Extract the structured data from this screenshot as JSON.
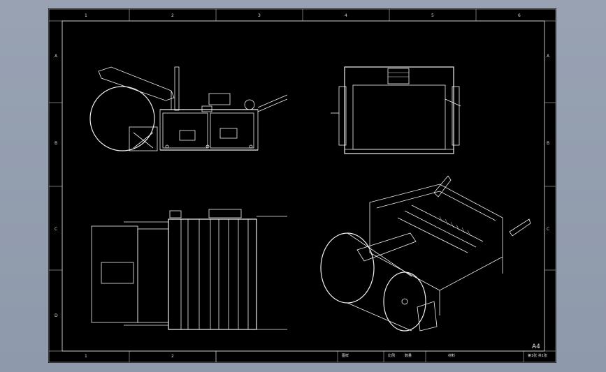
{
  "drawing": {
    "sheet_size": "A4",
    "col_labels_top": [
      "1",
      "2",
      "3",
      "4",
      "5",
      "6"
    ],
    "col_labels_bottom": [
      "1",
      "2"
    ],
    "row_labels_left": [
      "A",
      "B",
      "C",
      "D"
    ],
    "row_labels_right": [
      "A",
      "B",
      "C"
    ],
    "title_block": {
      "cell_1": "图样",
      "cell_2": "比例",
      "cell_3": "数量",
      "cell_4": "材料",
      "sheet": "第1张 共1张"
    }
  }
}
